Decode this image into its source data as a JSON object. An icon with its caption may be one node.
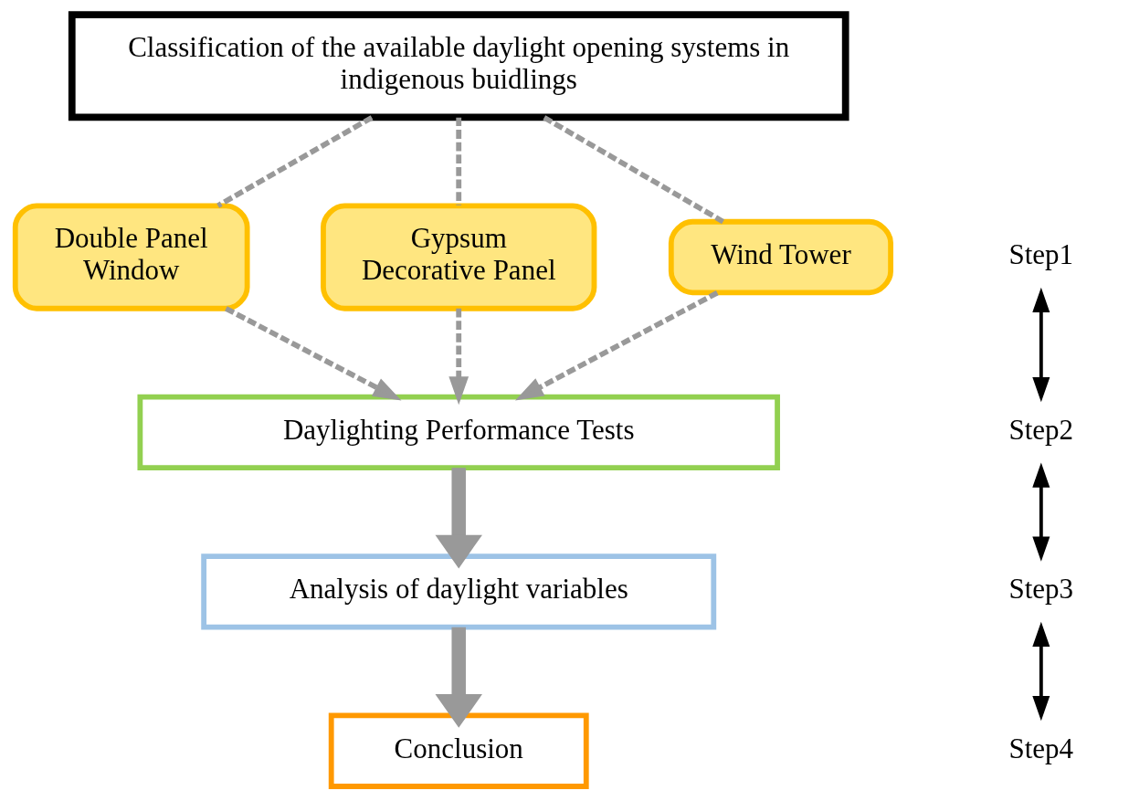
{
  "diagram": {
    "nodes": [
      {
        "text": [
          "Classification of the available daylight opening systems in indigenous buidlings"
        ]
      },
      {
        "text": [
          "Double Panel Window"
        ]
      },
      {
        "text": [
          "Gypsum Decorative Panel"
        ]
      },
      {
        "text": [
          "Wind Tower"
        ]
      },
      {
        "text": [
          "Daylighting Performance Tests"
        ]
      },
      {
        "text": [
          "Analysis of daylight variables"
        ]
      },
      {
        "text": [
          "Conclusion"
        ]
      }
    ],
    "edges": [
      {
        "from": 0,
        "to": 1,
        "arrow": "none",
        "style": "dashed"
      },
      {
        "from": 0,
        "to": 2,
        "arrow": "none",
        "style": "dashed"
      },
      {
        "from": 0,
        "to": 3,
        "arrow": "none",
        "style": "dashed"
      },
      {
        "from": 1,
        "to": 4,
        "arrow": "to",
        "style": "dashed"
      },
      {
        "from": 2,
        "to": 4,
        "arrow": "to",
        "style": "dashed"
      },
      {
        "from": 3,
        "to": 4,
        "arrow": "to",
        "style": "dashed"
      },
      {
        "from": 4,
        "to": 5,
        "arrow": "to",
        "style": "thick"
      },
      {
        "from": 5,
        "to": 6,
        "arrow": "to",
        "style": "thick"
      }
    ],
    "labels": [
      "Step1",
      "Step2",
      "Step3",
      "Step4"
    ]
  }
}
